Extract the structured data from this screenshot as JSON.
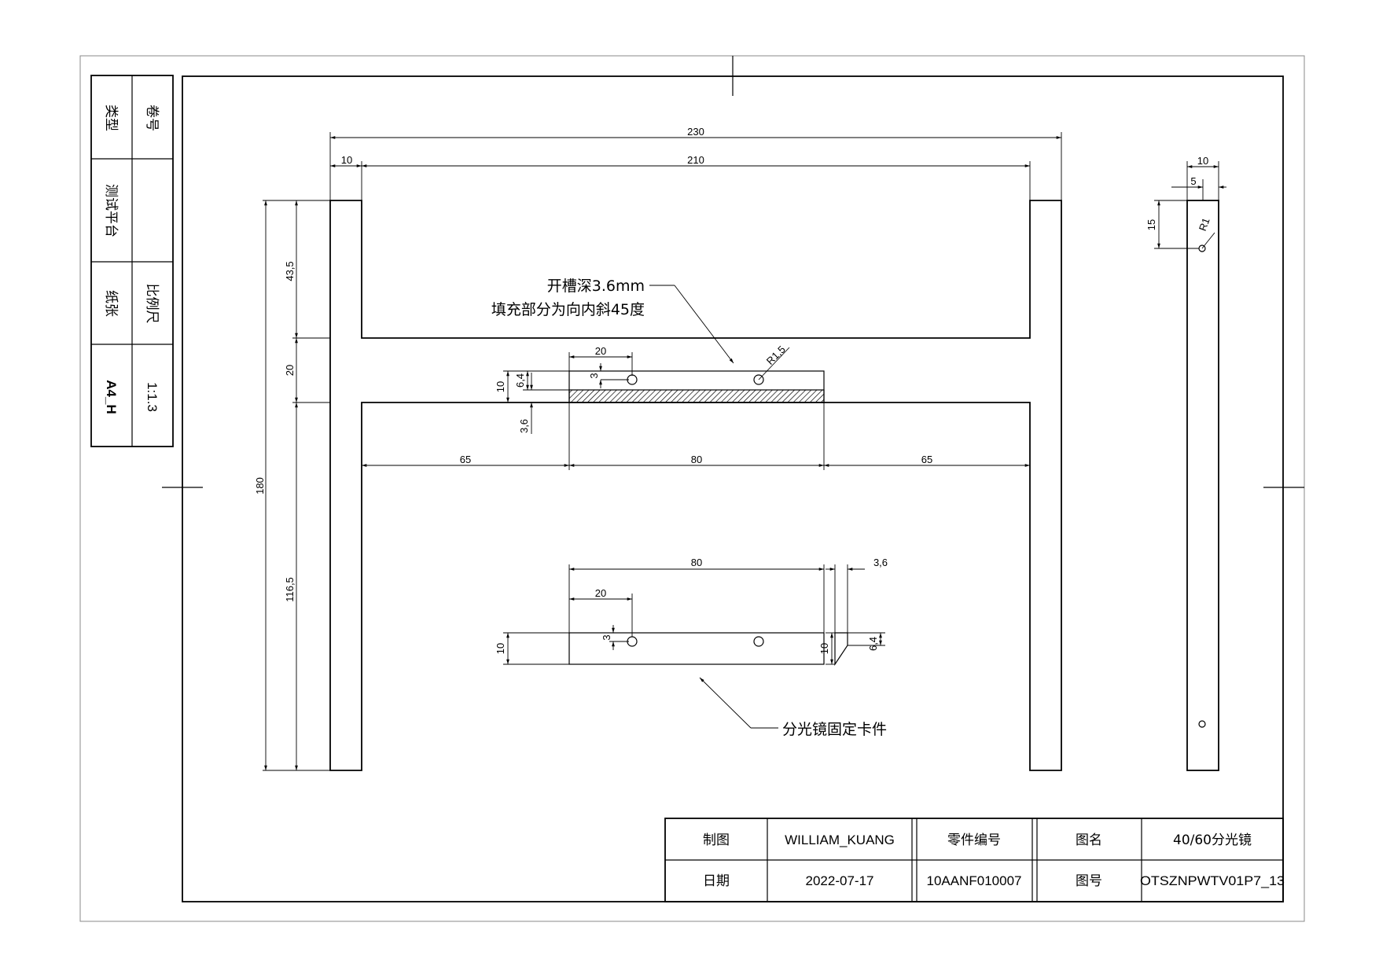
{
  "side_block": {
    "juanhao": "卷号",
    "leixing": "类型",
    "type_value": "测试平台",
    "zhizhang": "纸张",
    "bilichi": "比例尺",
    "paper_value": "A4_H",
    "scale_value": "1:1.3"
  },
  "title_block": {
    "drawn_label": "制图",
    "drawn_value": "WILLIAM_KUANG",
    "part_no_label": "零件编号",
    "part_no_value": "10AANF010007",
    "drawing_name_label": "图名",
    "drawing_name_value": "40/60分光镜",
    "date_label": "日期",
    "date_value": "2022-07-17",
    "drawing_no_label": "图号",
    "drawing_no_value": "OTSZNPWTV01P7_13"
  },
  "notes": {
    "slot_line1": "开槽深3.6mm",
    "slot_line2": "填充部分为向内斜45度",
    "clip_label": "分光镜固定卡件"
  },
  "dims": {
    "d230": "230",
    "d10_top": "10",
    "d210": "210",
    "d43_5": "43,5",
    "d20_left": "20",
    "d116_5": "116,5",
    "d180": "180",
    "d65_left": "65",
    "d80_mid": "80",
    "d65_right": "65",
    "d20_slot": "20",
    "d3_slot": "3",
    "d6_4_slot": "6,4",
    "d10_slot": "10",
    "d3_6_slot": "3,6",
    "r1_5": "R1,5",
    "d80_clip": "80",
    "d20_clip": "20",
    "d3_clip": "3",
    "d10_clip": "10",
    "d3_6_clip": "3,6",
    "d10_clip_side": "10",
    "d6_4_clip": "6,4",
    "d10_side": "10",
    "d5_side": "5",
    "d15_side": "15",
    "r1_side": "R1"
  }
}
